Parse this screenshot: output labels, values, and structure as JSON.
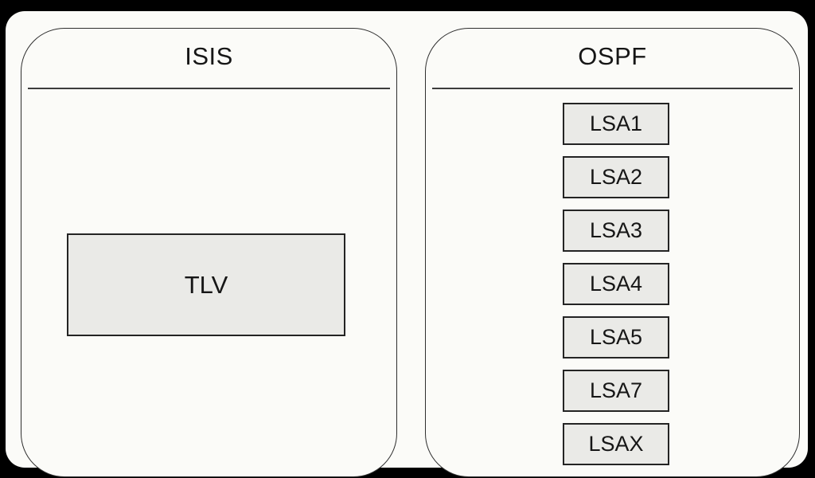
{
  "frame": {
    "background": "#000000",
    "canvas_background": "#fbfbf8"
  },
  "diagram": {
    "panels": [
      {
        "title": "ISIS",
        "boxes": [
          "TLV"
        ]
      },
      {
        "title": "OSPF",
        "boxes": [
          "LSA1",
          "LSA2",
          "LSA3",
          "LSA4",
          "LSA5",
          "LSA7",
          "LSAX"
        ]
      }
    ]
  },
  "colors": {
    "panel_border": "#2e2e2e",
    "divider": "#3c3c3c",
    "box_fill": "#eaeae7",
    "box_border": "#242424",
    "text": "#161616"
  }
}
